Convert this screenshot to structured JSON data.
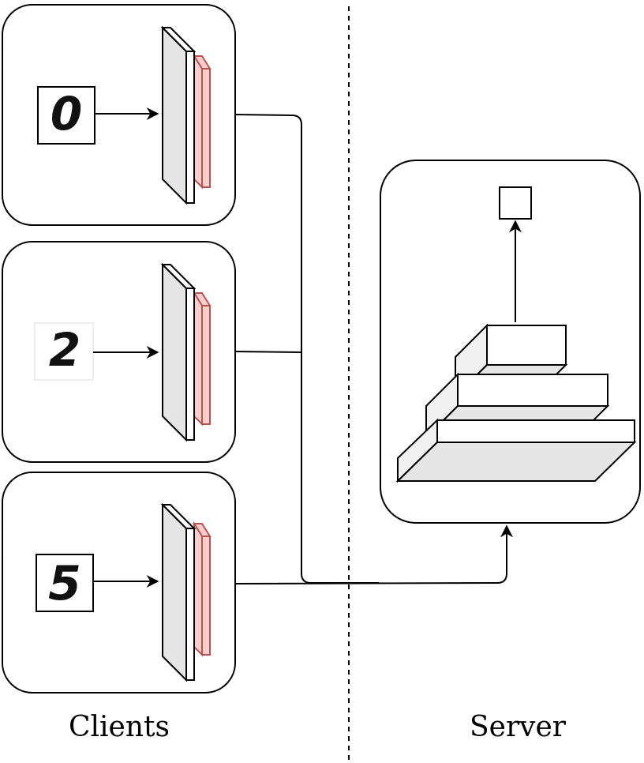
{
  "labels": {
    "clients": "Clients",
    "server": "Server"
  },
  "clients": [
    {
      "digit": "0"
    },
    {
      "digit": "2"
    },
    {
      "digit": "5"
    }
  ],
  "colors": {
    "stroke": "#000000",
    "layer_fill": "#e6e6e6",
    "layer_front": "#ffffff",
    "red_fill": "#f8cecc",
    "red_stroke": "#b85450"
  }
}
